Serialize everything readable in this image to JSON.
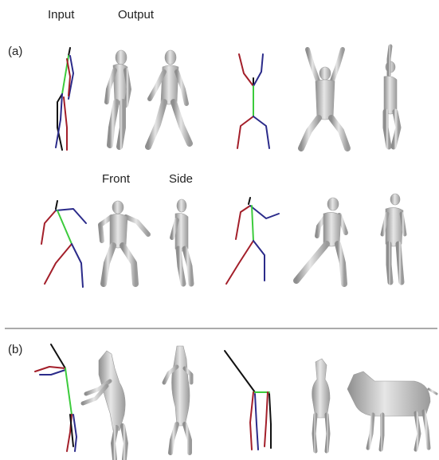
{
  "labels": {
    "input": "Input",
    "output": "Output",
    "front": "Front",
    "side": "Side",
    "panel_a": "(a)",
    "panel_b": "(b)"
  },
  "colors": {
    "left_limb": "#2b2b8a",
    "right_limb": "#a31f2a",
    "torso": "#3ccb3c",
    "black": "#111111",
    "divider": "#555555",
    "mesh_light": "#e6e6e6",
    "mesh_dark": "#8e8e8e"
  }
}
